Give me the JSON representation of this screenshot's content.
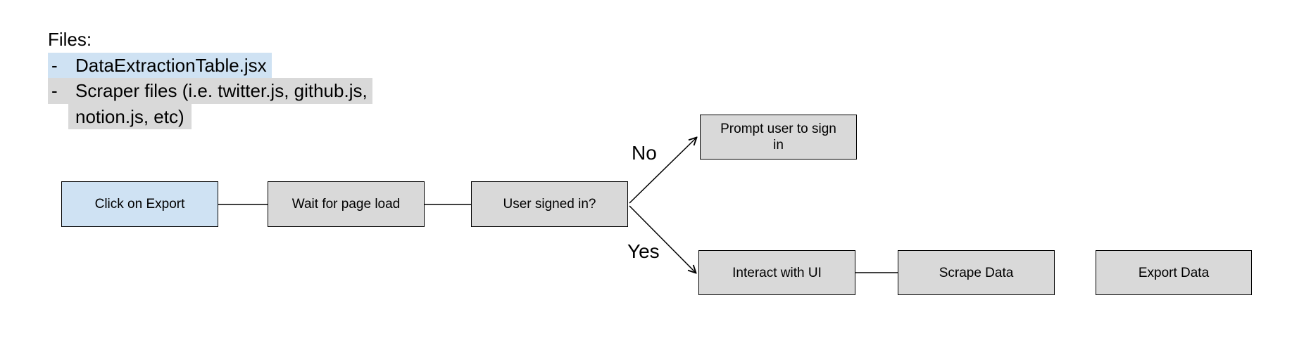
{
  "colors": {
    "highlight_blue": "#cfe2f3",
    "highlight_gray": "#d9d9d9",
    "node_fill_blue": "#cfe2f3",
    "node_fill_gray": "#d9d9d9",
    "node_border": "#000000",
    "text": "#000000",
    "background": "#ffffff"
  },
  "files_note": {
    "title": "Files:",
    "items": [
      {
        "marker": "-",
        "text": "DataExtractionTable.jsx",
        "highlight": "blue"
      },
      {
        "marker": "-",
        "lines": [
          "Scraper files (i.e. twitter.js, github.js,",
          "notion.js, etc)"
        ],
        "highlight": "gray"
      }
    ]
  },
  "flowchart": {
    "nodes": [
      {
        "id": "click-export",
        "label": "Click on Export",
        "variant": "blue"
      },
      {
        "id": "wait-page-load",
        "label": "Wait for page load",
        "variant": "gray"
      },
      {
        "id": "user-signed-in",
        "label": "User signed in?",
        "variant": "gray"
      },
      {
        "id": "prompt-sign-in",
        "label": "Prompt user to sign in",
        "variant": "gray"
      },
      {
        "id": "interact-ui",
        "label": "Interact with UI",
        "variant": "gray"
      },
      {
        "id": "scrape-data",
        "label": "Scrape Data",
        "variant": "gray"
      },
      {
        "id": "export-data",
        "label": "Export Data",
        "variant": "gray"
      }
    ],
    "branch_labels": {
      "no": "No",
      "yes": "Yes"
    },
    "edges": [
      {
        "from": "click-export",
        "to": "wait-page-load",
        "arrow": false
      },
      {
        "from": "wait-page-load",
        "to": "user-signed-in",
        "arrow": false
      },
      {
        "from": "user-signed-in",
        "to": "prompt-sign-in",
        "arrow": true,
        "label": "No"
      },
      {
        "from": "user-signed-in",
        "to": "interact-ui",
        "arrow": true,
        "label": "Yes"
      },
      {
        "from": "interact-ui",
        "to": "scrape-data",
        "arrow": false
      }
    ]
  }
}
